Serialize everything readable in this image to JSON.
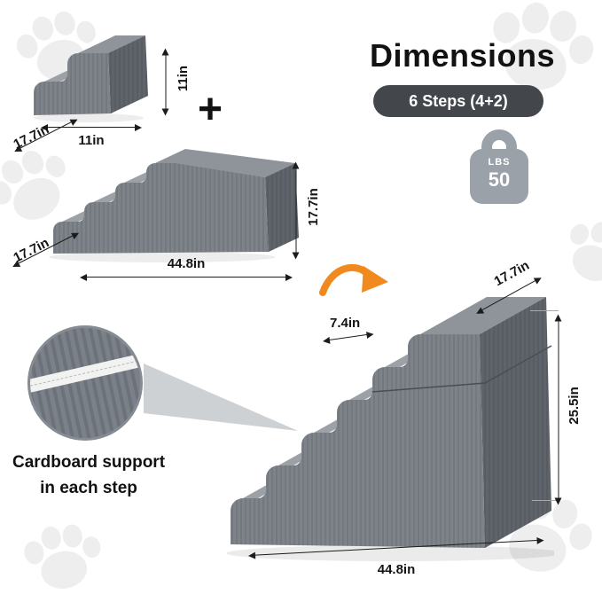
{
  "title": "Dimensions",
  "badge": {
    "label": "6 Steps (4+2)"
  },
  "weight": {
    "unit": "LBS",
    "value": "50"
  },
  "plus_sign": "+",
  "small_stair": {
    "height": "11in",
    "width": "11in",
    "depth": "17.7in"
  },
  "ramp": {
    "height": "17.7in",
    "length": "44.8in",
    "depth": "17.7in"
  },
  "main_stair": {
    "width": "17.7in",
    "step_depth": "7.4in",
    "height": "25.5in",
    "length": "44.8in"
  },
  "callout": {
    "line1": "Cardboard support",
    "line2": "in each step"
  },
  "icons": {
    "weight": "kettlebell-weight-icon",
    "arrow": "curved-orange-arrow-icon",
    "paw": "paw-print-icon",
    "magnifier": "magnifier-detail-circle"
  },
  "colors": {
    "accent_orange": "#F08A1F",
    "foam_gray": "#7E838A",
    "badge_dark": "#43474C"
  }
}
